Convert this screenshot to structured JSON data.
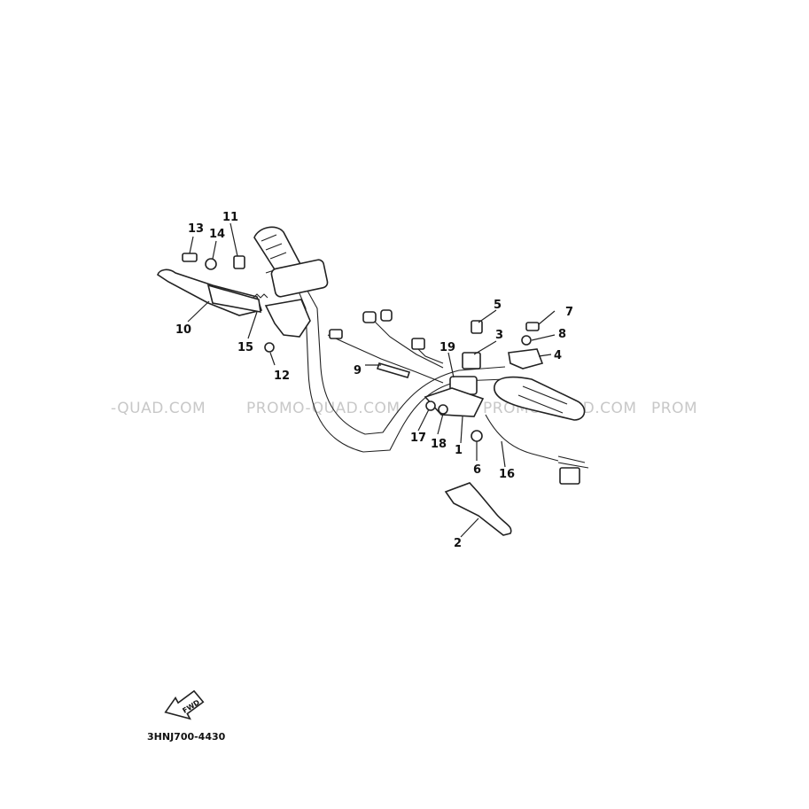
{
  "watermark": {
    "segments": [
      "-QUAD.COM",
      "PROMO-QUAD.COM",
      "PROMO-QUAD.COM",
      "PROM"
    ]
  },
  "diagram_code": "3HNJ700-4430",
  "fwd_label": "FWD",
  "callouts": [
    {
      "id": "1",
      "label": "1"
    },
    {
      "id": "2",
      "label": "2"
    },
    {
      "id": "3",
      "label": "3"
    },
    {
      "id": "4",
      "label": "4"
    },
    {
      "id": "5",
      "label": "5"
    },
    {
      "id": "6",
      "label": "6"
    },
    {
      "id": "7",
      "label": "7"
    },
    {
      "id": "8",
      "label": "8"
    },
    {
      "id": "9",
      "label": "9"
    },
    {
      "id": "10",
      "label": "10"
    },
    {
      "id": "11",
      "label": "11"
    },
    {
      "id": "12",
      "label": "12"
    },
    {
      "id": "13",
      "label": "13"
    },
    {
      "id": "14",
      "label": "14"
    },
    {
      "id": "15",
      "label": "15"
    },
    {
      "id": "16",
      "label": "16"
    },
    {
      "id": "17",
      "label": "17"
    },
    {
      "id": "18",
      "label": "18"
    },
    {
      "id": "19",
      "label": "19"
    }
  ]
}
